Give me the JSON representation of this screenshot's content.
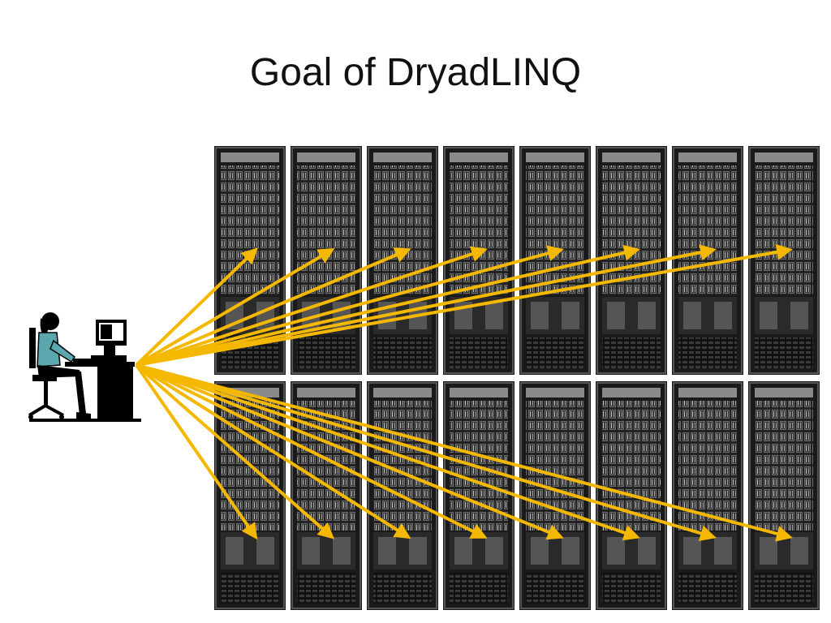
{
  "slide": {
    "title": "Goal of DryadLINQ"
  },
  "diagram": {
    "source": "user-at-workstation",
    "rack_rows": 2,
    "racks_per_row": 8,
    "arrow_color": "#f5b800",
    "rack_color": "#1a1a1a"
  }
}
